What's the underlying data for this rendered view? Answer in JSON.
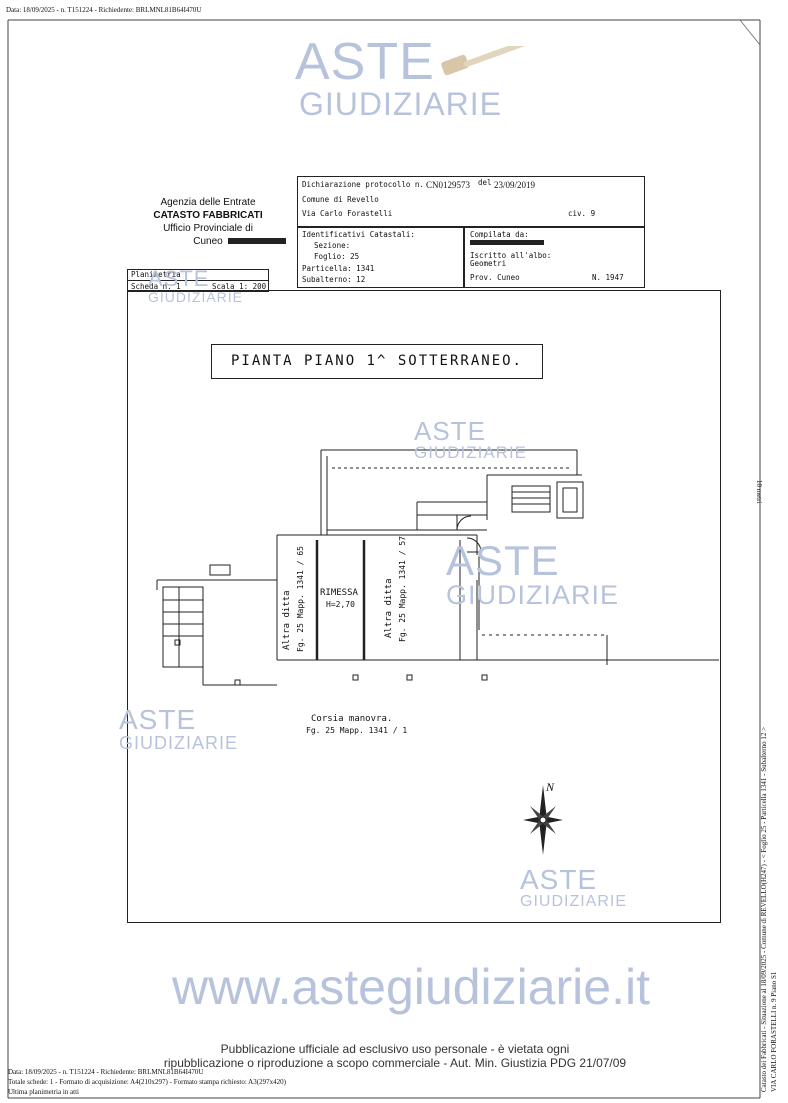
{
  "top_meta": "Data: 18/09/2025 - n. T151224 - Richiedente: BRLMNL81B64I470U",
  "watermark": {
    "line1": "ASTE",
    "line2": "GIUDIZIARIE",
    "url": "www.astegiudiziarie.it",
    "color": "#b7c3dc"
  },
  "agency": {
    "line1": "Agenzia delle Entrate",
    "line2": "CATASTO FABBRICATI",
    "line3": "Ufficio Provinciale di",
    "line4": "Cuneo"
  },
  "declaration": {
    "label": "Dichiarazione protocollo n.",
    "protocol": "CN0129573",
    "date_label": "del",
    "date": "23/09/2019",
    "comune": "Comune di Revello",
    "address": "Via Carlo Forastelli",
    "civ": "civ. 9"
  },
  "identificativi": {
    "title": "Identificativi Catastali:",
    "sezione": "Sezione:",
    "foglio": "Foglio: 25",
    "particella": "Particella: 1341",
    "subalterno": "Subalterno: 12"
  },
  "compilata": {
    "title": "Compilata da:",
    "iscritto": "Iscritto all'albo:",
    "geometri": "Geometri",
    "prov": "Prov. Cuneo",
    "numero": "N. 1947"
  },
  "scheda": {
    "planimetria": "Planimetria",
    "scheda": "Scheda n. 1",
    "scala": "Scala 1: 200"
  },
  "plan": {
    "title": "PIANTA PIANO 1^ SOTTERRANEO.",
    "room_name": "RIMESSA",
    "room_height": "H=2,70",
    "left_label1": "Altra ditta",
    "left_label2": "Fg. 25 Mapp. 1341 / 65",
    "right_label1": "Altra ditta",
    "right_label2": "Fg. 25 Mapp. 1341 / 57",
    "corsia1": "Corsia manovra.",
    "corsia2": "Fg. 25 Mapp. 1341 / 1",
    "north": "N"
  },
  "side_text_right": "10 metri",
  "side_text_bottom1": "Catasto dei Fabbricati - Situazione al 18/09/2025 - Comune di REVELLO(H247) - < Foglio 25 - Particella 1341 - Subalterno 12 >",
  "side_text_bottom2": "VIA CARLO FORASTELLI n. 9 Piano S1",
  "footer": {
    "pub_line1": "Pubblicazione ufficiale ad esclusivo uso personale - è vietata ogni",
    "pub_line2": "ripubblicazione o riproduzione a scopo commerciale - Aut. Min. Giustizia PDG 21/07/09",
    "meta1": "Data: 18/09/2025 - n. T151224 - Richiedente: BRLMNL81B64I470U",
    "meta2": "Totale schede: 1 - Formato di acquisizione: A4(210x297) - Formato stampa richiesto: A3(297x420)",
    "meta3": "Ultima planimetria in atti"
  }
}
